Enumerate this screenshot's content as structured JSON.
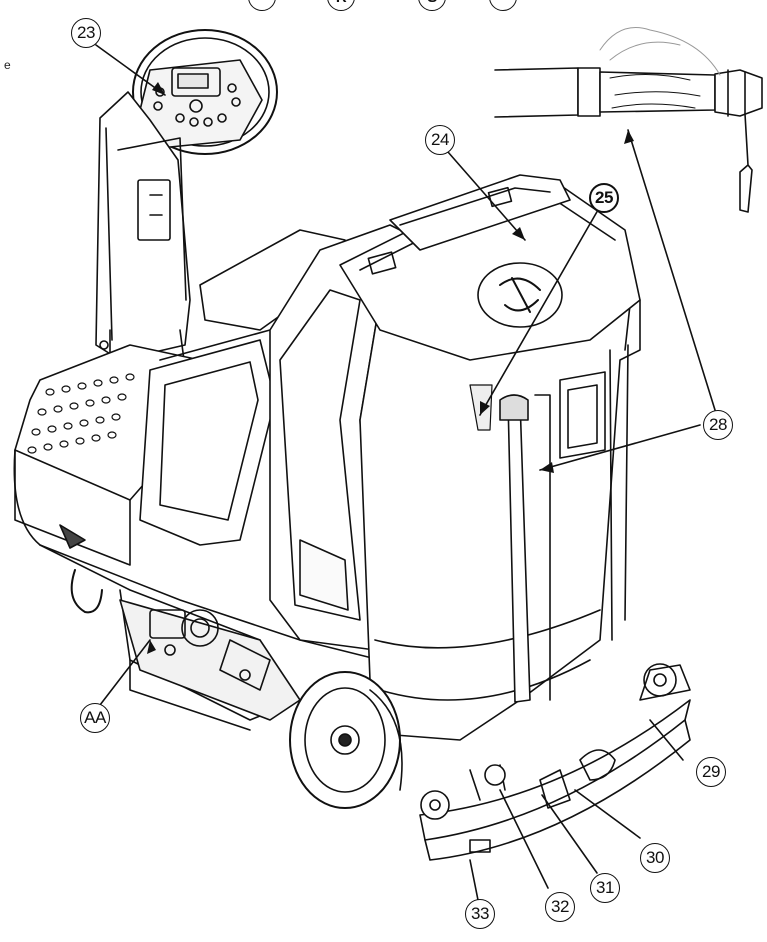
{
  "edge_text": [
    "e"
  ],
  "callouts_cut_top": [
    "R",
    "S"
  ],
  "callouts": [
    {
      "id": "c23",
      "label": "23",
      "bold": false
    },
    {
      "id": "c24",
      "label": "24",
      "bold": false
    },
    {
      "id": "c25",
      "label": "25",
      "bold": true
    },
    {
      "id": "c28",
      "label": "28",
      "bold": false
    },
    {
      "id": "c29",
      "label": "29",
      "bold": false
    },
    {
      "id": "c30",
      "label": "30",
      "bold": false
    },
    {
      "id": "c31",
      "label": "31",
      "bold": false
    },
    {
      "id": "c32",
      "label": "32",
      "bold": false
    },
    {
      "id": "c33",
      "label": "33",
      "bold": false
    },
    {
      "id": "cAA",
      "label": "AA",
      "bold": false
    }
  ]
}
